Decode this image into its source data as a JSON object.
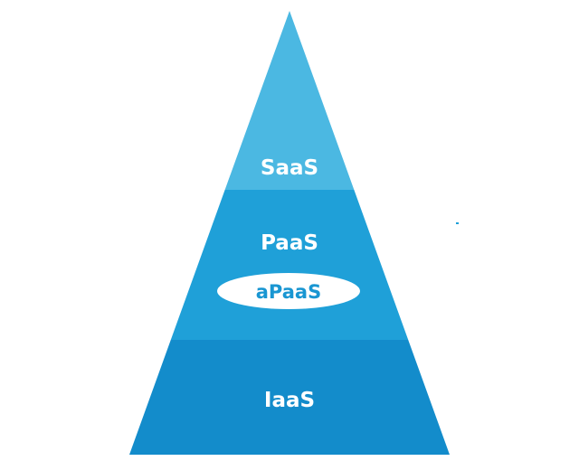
{
  "pyramid": {
    "layers": [
      {
        "id": "saas",
        "label": "SaaS",
        "color": "#4bb8e2"
      },
      {
        "id": "paas",
        "label": "PaaS",
        "color": "#1fa0d8"
      },
      {
        "id": "iaas",
        "label": "IaaS",
        "color": "#138ccb"
      }
    ],
    "badge": {
      "label": "aPaaS",
      "fill": "#ffffff",
      "text_color": "#1996d2"
    },
    "accent_dot_color": "#1fa0d8"
  }
}
